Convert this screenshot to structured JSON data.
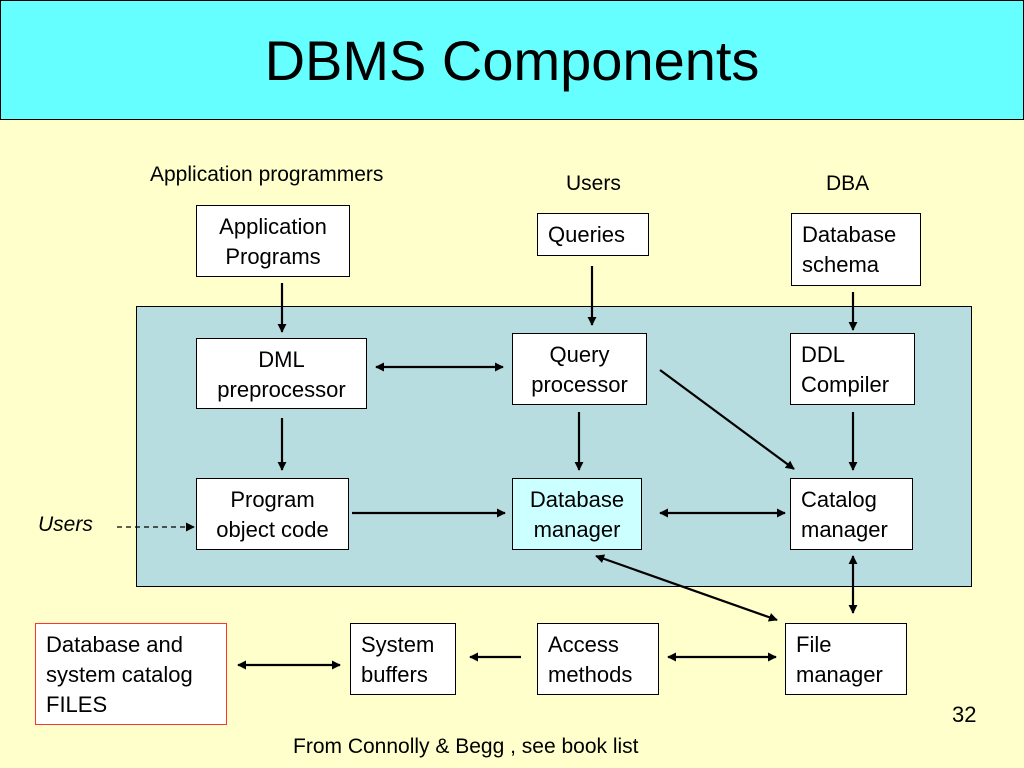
{
  "slide": {
    "title": "DBMS Components",
    "page_number": "32",
    "footnote": "From Connolly & Begg , see book list"
  },
  "labels": {
    "app_programmers": "Application programmers",
    "users_top": "Users",
    "dba": "DBA",
    "users_left": "Users"
  },
  "boxes": {
    "application_programs": "Application\nPrograms",
    "queries": "Queries",
    "database_schema": "Database\nschema",
    "dml_preprocessor": "DML\npreprocessor",
    "query_processor": "Query\nprocessor",
    "ddl_compiler": "DDL\nCompiler",
    "program_object_code": "Program\nobject code",
    "database_manager": "Database\nmanager",
    "catalog_manager": "Catalog\nmanager",
    "database_files": "Database and\nsystem catalog\nFILES",
    "system_buffers": "System\nbuffers",
    "access_methods": "Access\nmethods",
    "file_manager": "File\nmanager"
  },
  "colors": {
    "title_bar": "#66ffff",
    "background": "#ffffcc",
    "dbms_panel": "#b8dde0",
    "database_manager_fill": "#ccffff",
    "files_border": "#ff3333"
  }
}
